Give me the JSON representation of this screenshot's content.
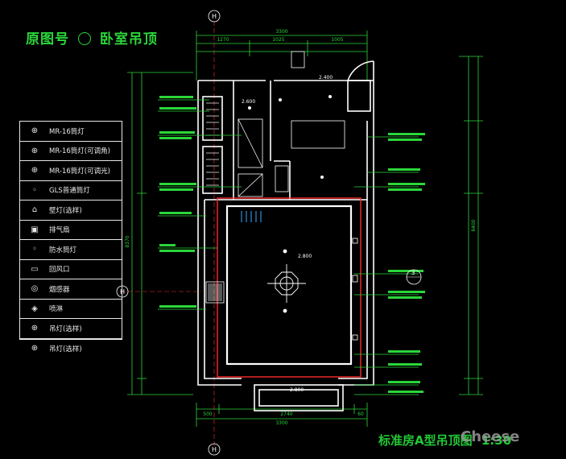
{
  "header": {
    "title": "原图号",
    "title_room": "卧室吊顶"
  },
  "legend": {
    "items": [
      {
        "icon": "downlight-icon",
        "symbol": "⊕",
        "label": "MR-16筒灯"
      },
      {
        "icon": "adjustable-downlight-icon",
        "symbol": "⊕",
        "label": "MR-16筒灯(可调角)"
      },
      {
        "icon": "dimmable-downlight-icon",
        "symbol": "⊕",
        "label": "MR-16筒灯(可调光)"
      },
      {
        "icon": "gls-downlight-icon",
        "symbol": "◦",
        "label": "GLS普通筒灯"
      },
      {
        "icon": "wall-lamp-icon",
        "symbol": "⌂",
        "label": "壁灯(选样)"
      },
      {
        "icon": "exhaust-fan-icon",
        "symbol": "▣",
        "label": "排气扇"
      },
      {
        "icon": "waterproof-light-icon",
        "symbol": "◦",
        "label": "防水筒灯"
      },
      {
        "icon": "return-vent-icon",
        "symbol": "▭",
        "label": "回风口"
      },
      {
        "icon": "smoke-detector-icon",
        "symbol": "◎",
        "label": "烟感器"
      },
      {
        "icon": "sprinkler-icon",
        "symbol": "◈",
        "label": "喷淋"
      },
      {
        "icon": "ceiling-lamp-icon",
        "symbol": "⊕",
        "label": "吊灯(选样)"
      },
      {
        "icon": "pendant-lamp-icon",
        "symbol": "⊕",
        "label": "吊灯(选样)"
      }
    ]
  },
  "drawing": {
    "grid_axis_top": "H",
    "grid_axis_bottom": "H",
    "grid_axis_left": "H",
    "dim_top_total": "3300",
    "dim_top_parts": [
      "1270",
      "1025",
      "1005"
    ],
    "dim_bottom_total": "3300",
    "dim_bottom_parts": [
      "500",
      "2740",
      "60"
    ],
    "dim_left_total": "8370",
    "dim_right_total": "8400",
    "level_main": "2.800",
    "level_bath": "2.400",
    "level_entry": "2.600",
    "level_balcony": "2.800",
    "section_mark": "3"
  },
  "footer": {
    "plan_title": "标准房A型吊顶图",
    "scale": "1:30",
    "watermark": "Cheese"
  },
  "colors": {
    "wall": "#ffffff",
    "dimension": "#2bd63a",
    "annotation": "#2bd63a",
    "fixture": "#ffffff",
    "ceiling_edge": "#ff2a2a",
    "axis": "#ff3030"
  }
}
